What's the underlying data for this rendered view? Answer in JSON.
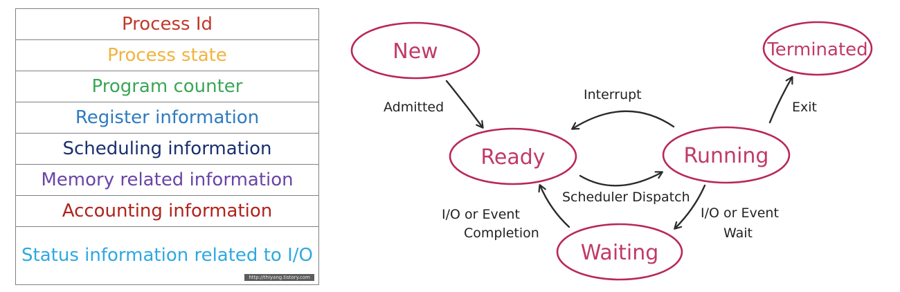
{
  "pcb": {
    "rows": [
      {
        "label": "Process Id",
        "color": "#c0392b"
      },
      {
        "label": "Process state",
        "color": "#f2b33d"
      },
      {
        "label": "Program counter",
        "color": "#3aa655"
      },
      {
        "label": "Register information",
        "color": "#2e7bbf"
      },
      {
        "label": "Scheduling information",
        "color": "#1a2f6e"
      },
      {
        "label": "Memory related information",
        "color": "#6a44a6"
      },
      {
        "label": "Accounting information",
        "color": "#b0221c"
      },
      {
        "label": "Status information related to I/O",
        "color": "#2fa8e0"
      }
    ],
    "watermark": "http://thiyang.tistory.com"
  },
  "diagram": {
    "states": {
      "new": "New",
      "ready": "Ready",
      "running": "Running",
      "waiting": "Waiting",
      "terminated": "Terminated"
    },
    "transitions": {
      "admitted": "Admitted",
      "interrupt": "Interrupt",
      "exit": "Exit",
      "scheduler_dispatch": "Scheduler Dispatch",
      "io_event_completion_1": "I/O or Event",
      "io_event_completion_2": "Completion",
      "io_event_wait_1": "I/O or Event",
      "io_event_wait_2": "Wait"
    },
    "colors": {
      "node_stroke": "#b8275a",
      "node_text": "#c03a67",
      "arrow": "#2b2b2b"
    }
  }
}
